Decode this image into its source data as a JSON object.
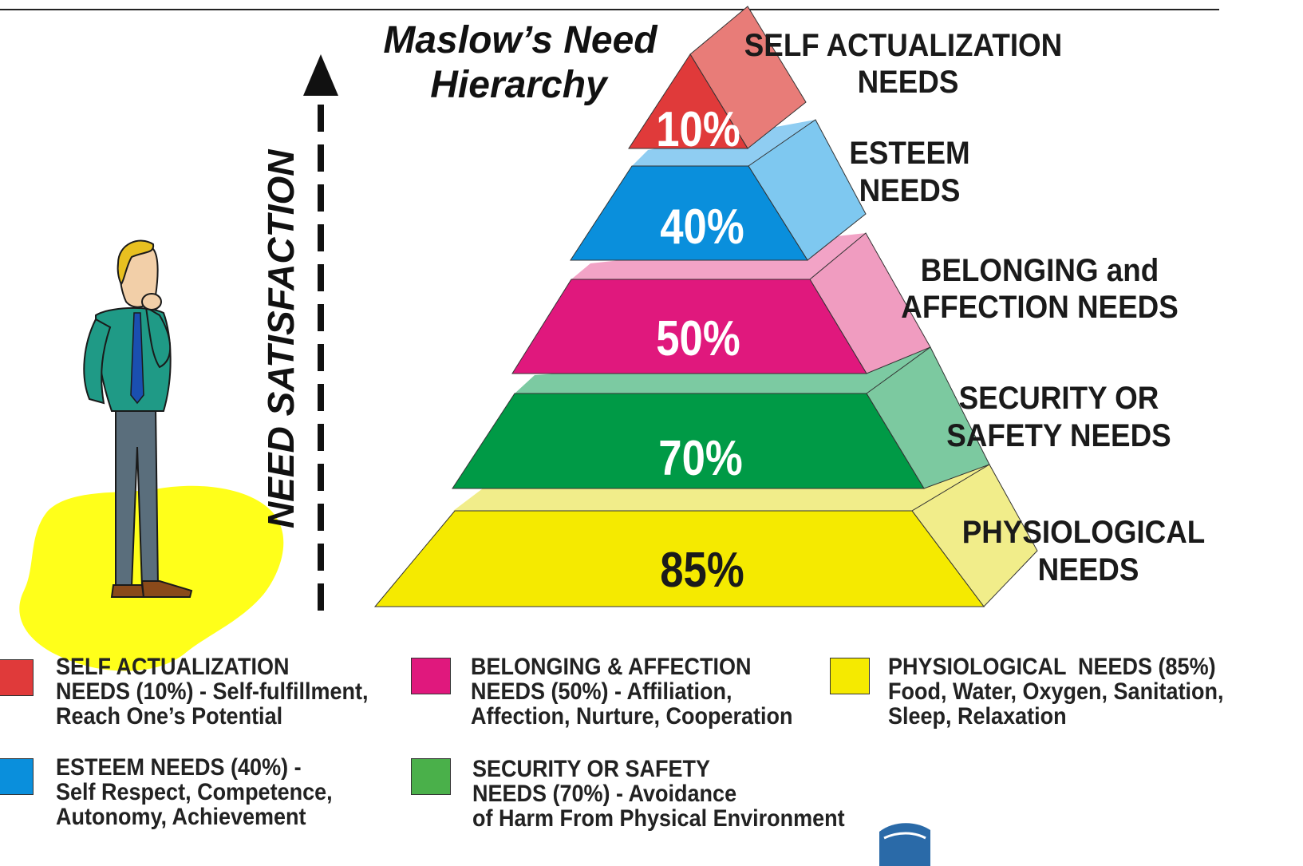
{
  "title_line1": "Maslow’s Need",
  "title_line2": "Hierarchy",
  "axis_label": "NEED SATISFACTION",
  "levels": [
    {
      "key": "self-actualization",
      "label_lines": [
        "SELF ACTUALIZATION",
        "NEEDS"
      ],
      "percent": "10%",
      "front_color": "#e03a3a",
      "side_color": "#e87c78",
      "top_color": "#e87c78",
      "percent_color": "#ffffff"
    },
    {
      "key": "esteem",
      "label_lines": [
        "ESTEEM",
        "NEEDS"
      ],
      "percent": "40%",
      "front_color": "#0a8fdc",
      "side_color": "#7ec8f0",
      "top_color": "#8fcdf2",
      "percent_color": "#ffffff"
    },
    {
      "key": "belonging",
      "label_lines": [
        "BELONGING and",
        "AFFECTION NEEDS"
      ],
      "percent": "50%",
      "front_color": "#e0187d",
      "side_color": "#f09cc0",
      "top_color": "#f2a3c6",
      "percent_color": "#ffffff"
    },
    {
      "key": "security",
      "label_lines": [
        "SECURITY OR",
        "SAFETY NEEDS"
      ],
      "percent": "70%",
      "front_color": "#009a46",
      "side_color": "#7cc9a0",
      "top_color": "#7ccaa2",
      "percent_color": "#ffffff"
    },
    {
      "key": "physiological",
      "label_lines": [
        "PHYSIOLOGICAL",
        "NEEDS"
      ],
      "percent": "85%",
      "front_color": "#f5ea00",
      "side_color": "#f1ed8a",
      "top_color": "#f1ed8a",
      "percent_color": "#1a1a1a"
    }
  ],
  "legend": [
    {
      "key": "self-actualization",
      "color": "#e03a3a",
      "text": "SELF ACTUALIZATION\nNEEDS (10%) - Self-fulfillment,\nReach One’s Potential"
    },
    {
      "key": "belonging",
      "color": "#e0187d",
      "text": "BELONGING & AFFECTION\nNEEDS (50%) - Affiliation,\nAffection, Nurture, Cooperation"
    },
    {
      "key": "physiological",
      "color": "#f5ea00",
      "text": "PHYSIOLOGICAL  NEEDS (85%)\nFood, Water, Oxygen, Sanitation,\nSleep, Relaxation"
    },
    {
      "key": "esteem",
      "color": "#0a8fdc",
      "text": "ESTEEM NEEDS (40%) -\nSelf Respect, Competence,\nAutonomy, Achievement"
    },
    {
      "key": "security",
      "color": "#4ab04a",
      "text": "SECURITY OR SAFETY\nNEEDS (70%) - Avoidance\nof Harm From Physical Environment"
    }
  ]
}
